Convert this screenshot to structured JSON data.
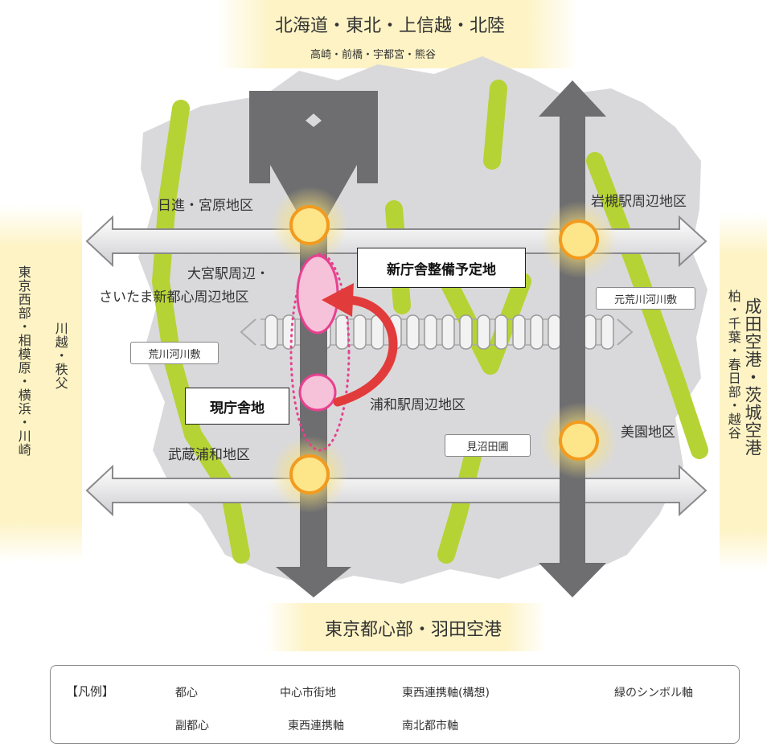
{
  "directions": {
    "north_main": "北海道・東北・上信越・北陸",
    "north_sub": "高崎・前橋・宇都宮・熊谷",
    "south_main": "東京都心部・羽田空港",
    "west_outer": "東京西部・相模原・横浜・川崎",
    "west_inner": "川越・秩父",
    "east_inner": "柏・千葉・春日部・越谷",
    "east_outer": "成田空港・茨城空港"
  },
  "districts": {
    "nisshin": "日進・宮原地区",
    "omiya_1": "大宮駅周辺・",
    "omiya_2": "さいたま新都心周辺地区",
    "urawa": "浦和駅周辺地区",
    "musashi_urawa": "武蔵浦和地区",
    "iwatsuki": "岩槻駅周辺地区",
    "misono": "美園地区"
  },
  "callouts": {
    "new_site": "新庁舎整備予定地",
    "current_site": "現庁舎地"
  },
  "areas": {
    "arakawa": "荒川河川敷",
    "moto_arakawa": "元荒川河川敷",
    "minuma": "見沼田圃"
  },
  "legend": {
    "title": "【凡例】",
    "items": [
      {
        "key": "toshin",
        "label": "都心"
      },
      {
        "key": "cbd",
        "label": "中心市街地"
      },
      {
        "key": "ew_plan",
        "label": "東西連携軸(構想)"
      },
      {
        "key": "green",
        "label": "緑のシンボル軸"
      },
      {
        "key": "fukutoshin",
        "label": "副都心"
      },
      {
        "key": "ew_axis",
        "label": "東西連携軸"
      },
      {
        "key": "ns_axis",
        "label": "南北都市軸"
      }
    ]
  },
  "colors": {
    "city_fill": "#d9d9db",
    "green_axis": "#b5d334",
    "axis_gray": "#6e6e70",
    "toshin_pink": "#e8408f",
    "fukutoshin_orange": "#f29b1f",
    "fukutoshin_fill": "#fde58a",
    "relocation_arrow": "#e23b3b",
    "glow_yellow": "#fcefb0"
  }
}
